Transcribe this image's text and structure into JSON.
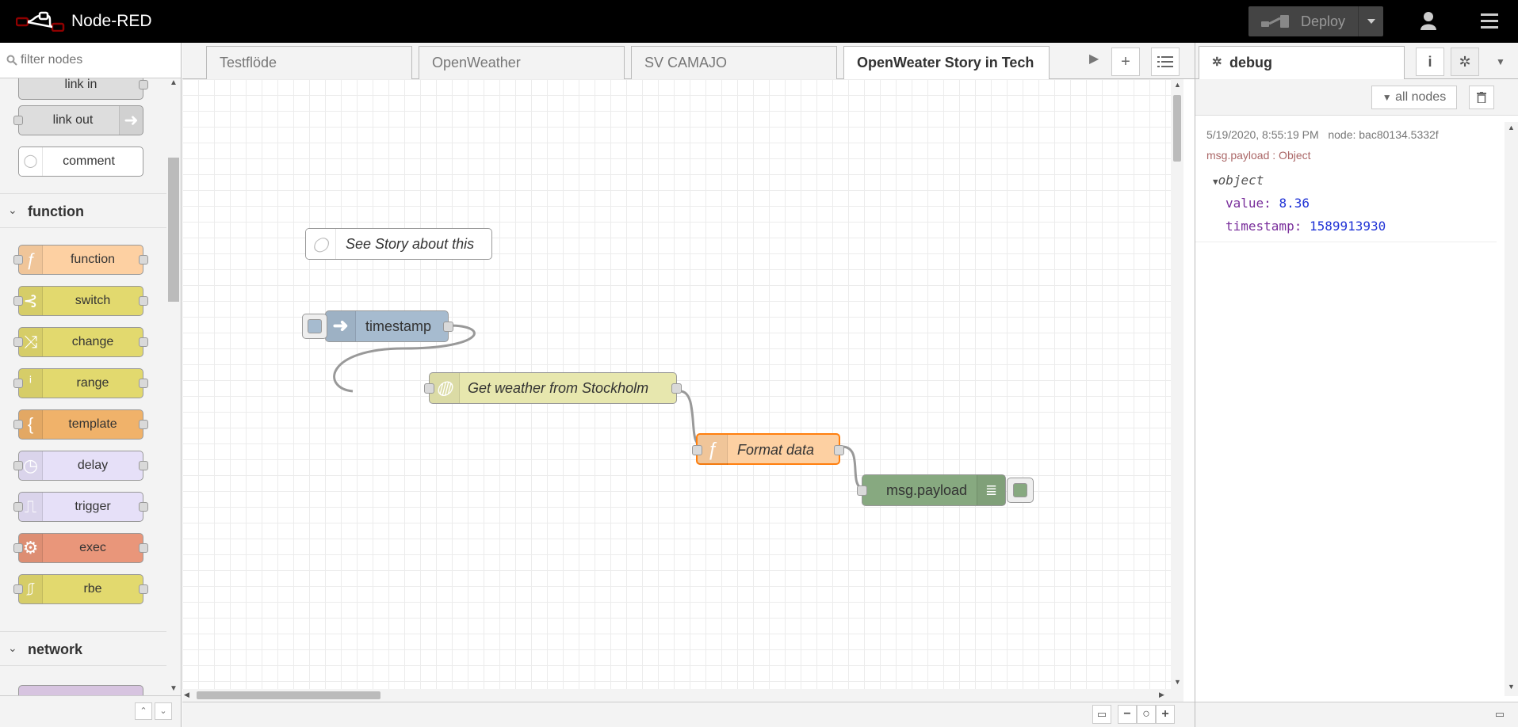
{
  "header": {
    "title": "Node-RED",
    "deploy_label": "Deploy"
  },
  "palette": {
    "search_placeholder": "filter nodes",
    "top_items": [
      {
        "label": "link in"
      },
      {
        "label": "link out"
      },
      {
        "label": "comment"
      }
    ],
    "categories": [
      {
        "label": "function",
        "items": [
          {
            "label": "function",
            "color": "#fdd0a2"
          },
          {
            "label": "switch",
            "color": "#e2d96e"
          },
          {
            "label": "change",
            "color": "#e2d96e"
          },
          {
            "label": "range",
            "color": "#e2d96e"
          },
          {
            "label": "template",
            "color": "#f0b26a"
          },
          {
            "label": "delay",
            "color": "#e6e0f8"
          },
          {
            "label": "trigger",
            "color": "#e6e0f8"
          },
          {
            "label": "exec",
            "color": "#e9967a"
          },
          {
            "label": "rbe",
            "color": "#e2d96e"
          }
        ]
      },
      {
        "label": "network",
        "items": []
      }
    ]
  },
  "tabs": [
    {
      "label": "Testflöde",
      "active": false
    },
    {
      "label": "OpenWeather",
      "active": false
    },
    {
      "label": "SV CAMAJO",
      "active": false
    },
    {
      "label": "OpenWeater Story in Tech",
      "active": true
    }
  ],
  "flow": {
    "comment": "See Story about this",
    "nodes": [
      {
        "label": "timestamp",
        "color": "#a6bbcf"
      },
      {
        "label": "Get weather from Stockholm",
        "color": "#e7e7ae"
      },
      {
        "label": "Format data",
        "color": "#fdd0a2"
      },
      {
        "label": "msg.payload",
        "color": "#87a980"
      }
    ]
  },
  "sidebar": {
    "tab_label": "debug",
    "filter_label": "all nodes",
    "message": {
      "time": "5/19/2020, 8:55:19 PM",
      "node": "node: bac80134.5332f",
      "topic": "msg.payload : Object",
      "type": "object",
      "props": [
        {
          "key": "value",
          "value": "8.36"
        },
        {
          "key": "timestamp",
          "value": "1589913930"
        }
      ]
    }
  }
}
